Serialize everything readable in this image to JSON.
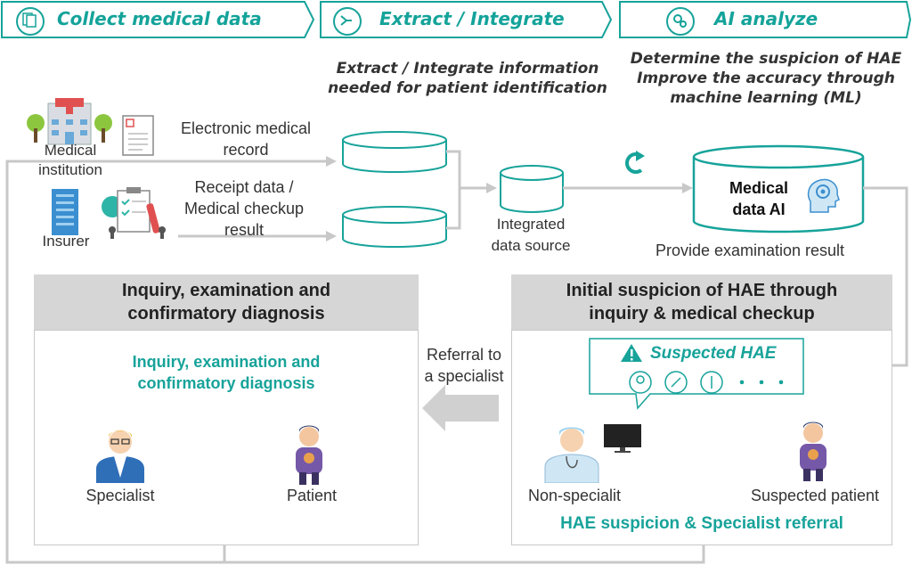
{
  "steps": [
    {
      "label": "Collect medical data",
      "icon": "documents-icon"
    },
    {
      "label": "Extract / Integrate",
      "icon": "integrate-icon"
    },
    {
      "label": "AI analyze",
      "icon": "gears-icon"
    }
  ],
  "notes": {
    "extract_line1": "Extract / Integrate information",
    "extract_line2": "needed for patient identification",
    "ai_line1": "Determine the suspicion of HAE",
    "ai_line2": "Improve the accuracy through",
    "ai_line3": "machine learning (ML)"
  },
  "sources": {
    "medical_line1": "Medical",
    "medical_line2": "institution",
    "insurer": "Insurer",
    "emr_line1": "Electronic medical",
    "emr_line2": "record",
    "receipt_line1": "Receipt data /",
    "receipt_line2": "Medical checkup",
    "receipt_line3": "result"
  },
  "integrated": {
    "line1": "Integrated",
    "line2": "data source"
  },
  "ai": {
    "line1": "Medical",
    "line2": "data AI",
    "provide": "Provide examination result"
  },
  "left_panel": {
    "head_line1": "Inquiry, examination and",
    "head_line2": "confirmatory diagnosis",
    "sub_line1": "Inquiry, examination and",
    "sub_line2": "confirmatory diagnosis",
    "specialist": "Specialist",
    "patient": "Patient"
  },
  "referral": {
    "line1": "Referral to",
    "line2": "a specialist"
  },
  "right_panel": {
    "head_line1": "Initial suspicion of HAE through",
    "head_line2": "inquiry & medical checkup",
    "suspected": "Suspected HAE",
    "dots": "・・・",
    "non_specialist": "Non-specialit",
    "suspected_patient": "Suspected patient",
    "footer": "HAE suspicion & Specialist referral"
  },
  "colors": {
    "teal": "#17a39a",
    "gray_line": "#c8c8c8",
    "panel_head": "#d6d6d6"
  }
}
